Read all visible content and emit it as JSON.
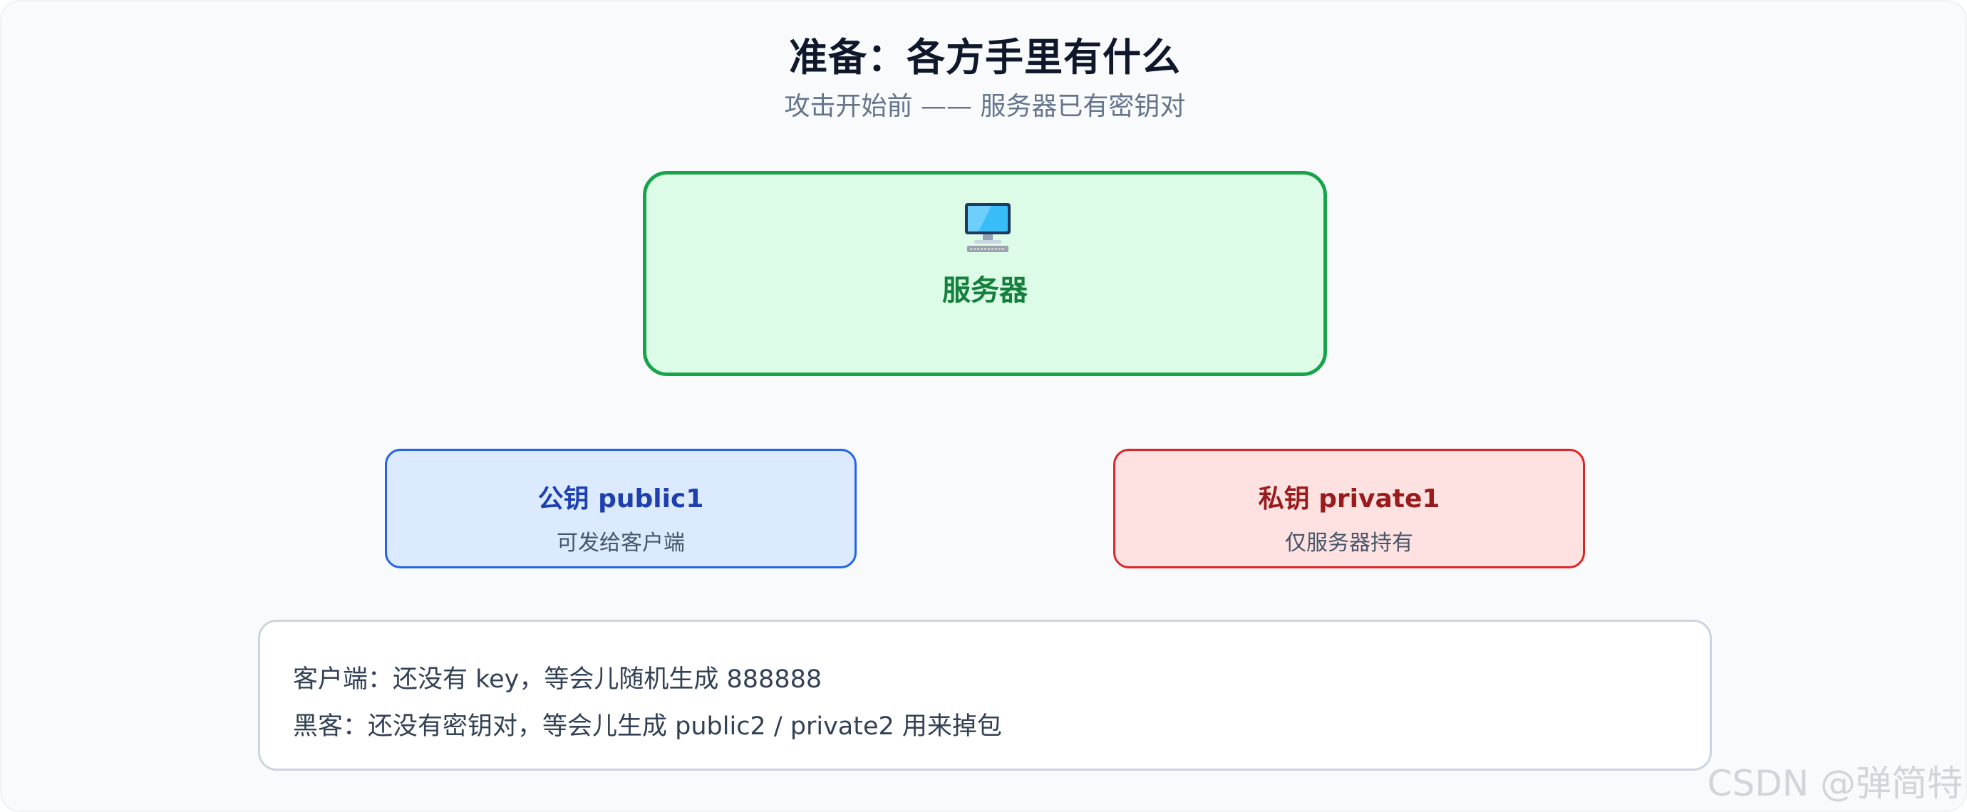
{
  "header": {
    "title": "准备：各方手里有什么",
    "subtitle": "攻击开始前 —— 服务器已有密钥对"
  },
  "server": {
    "icon": "computer-icon",
    "label": "服务器"
  },
  "keys": {
    "public": {
      "title": "公钥 public1",
      "desc": "可发给客户端"
    },
    "private": {
      "title": "私钥 private1",
      "desc": "仅服务器持有"
    }
  },
  "notes": {
    "client": "客户端：还没有 key，等会儿随机生成 888888",
    "hacker": "黑客：还没有密钥对，等会儿生成 public2 / private2 用来掉包"
  },
  "watermark": "CSDN @弹简特",
  "colors": {
    "server_fill": "#dcfce7",
    "server_border": "#16a34a",
    "public_fill": "#dbeafe",
    "public_border": "#2563eb",
    "private_fill": "#fee2e2",
    "private_border": "#dc2626"
  }
}
